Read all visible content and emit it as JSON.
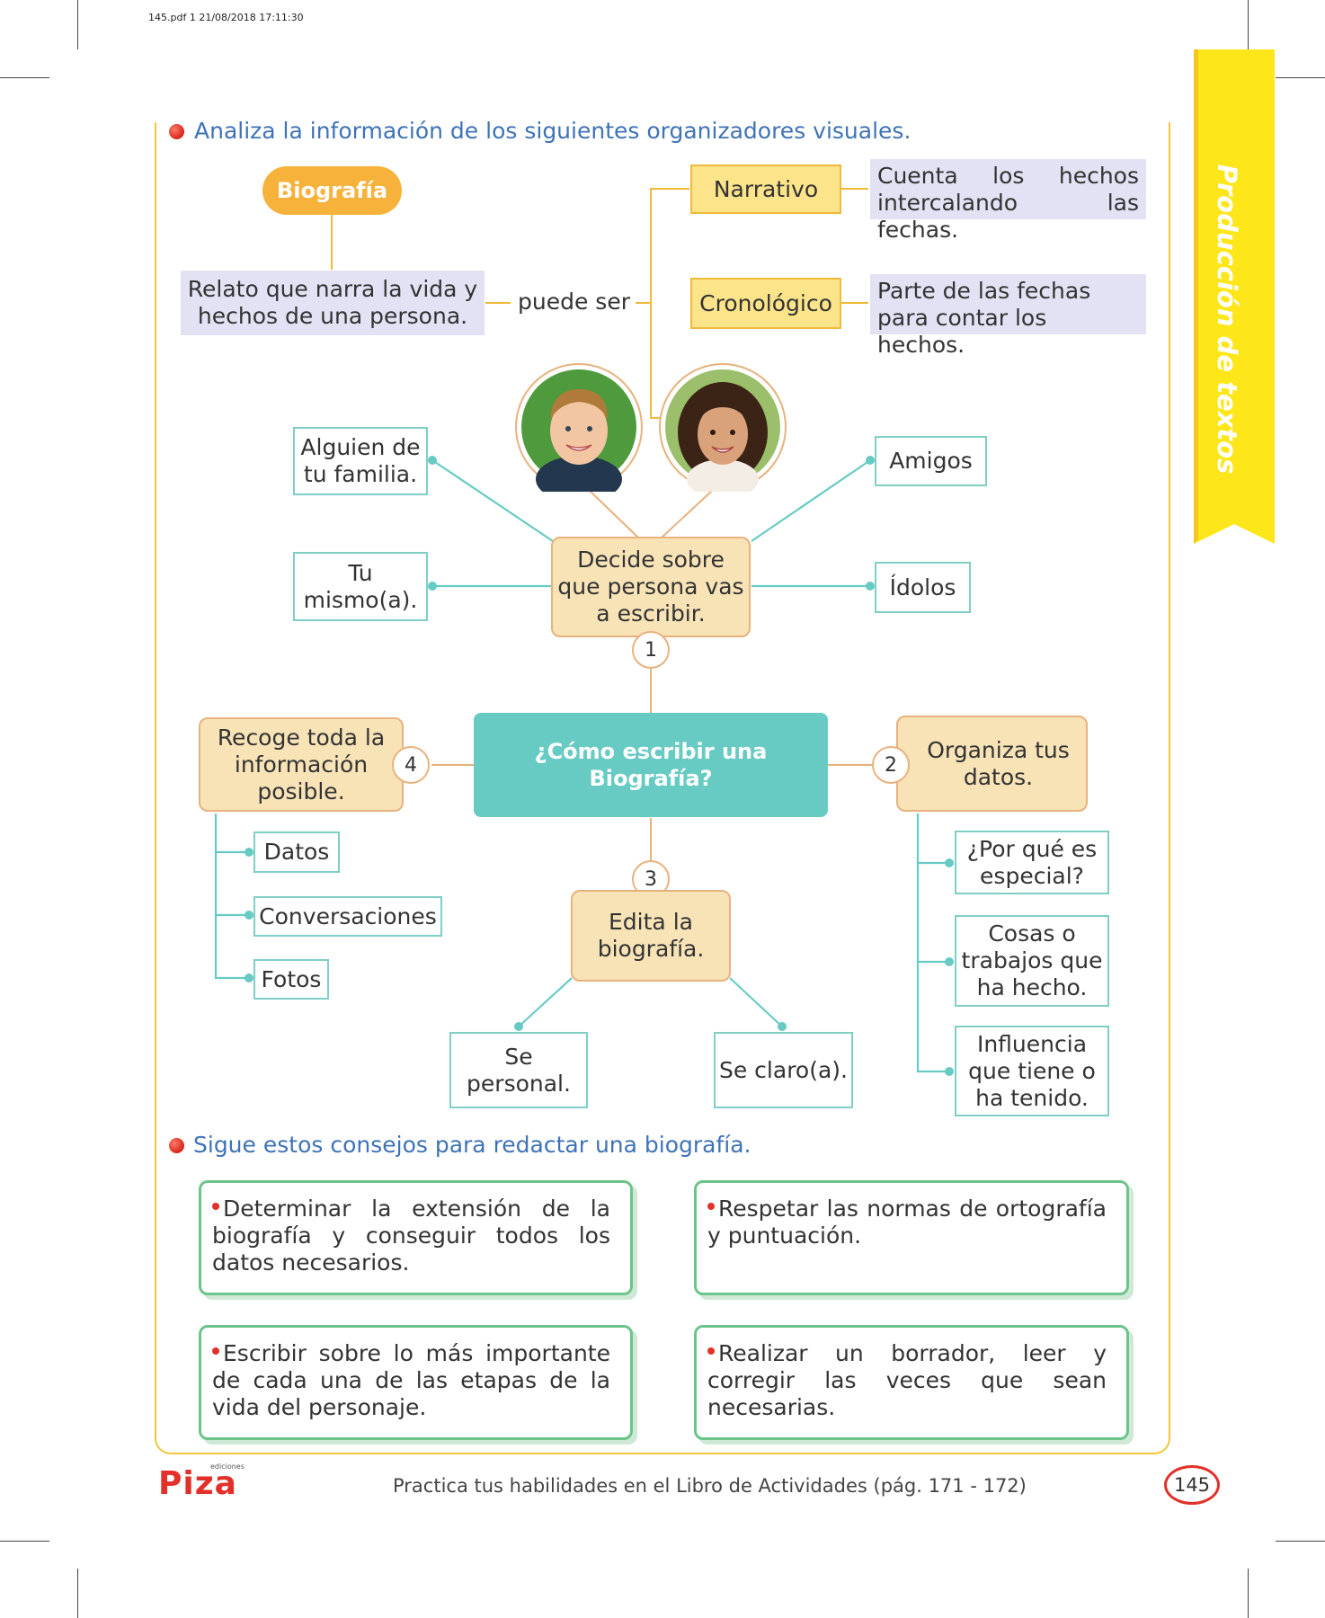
{
  "print_header": "145.pdf   1   21/08/2018   17:11:30",
  "section_title": "Producción de textos",
  "instruction_1": "Analiza la información de los siguientes organizadores visuales.",
  "concept_map": {
    "root": "Biografía",
    "definition": "Relato que narra la vida y hechos de una persona.",
    "connector": "puede ser",
    "types": [
      {
        "label": "Narrativo",
        "description": "Cuenta los hechos intercalando las fechas."
      },
      {
        "label": "Cronológico",
        "description": "Parte de las fechas para contar los hechos."
      }
    ]
  },
  "mind_map": {
    "center": "¿Cómo escribir una Biografía?",
    "step1": {
      "number": "1",
      "label": "Decide sobre que persona vas a escribir.",
      "options": [
        "Alguien de tu familia.",
        "Tu mismo(a).",
        "Amigos",
        "Ídolos"
      ]
    },
    "step2": {
      "number": "2",
      "label": "Organiza tus datos.",
      "items": [
        "¿Por qué es especial?",
        "Cosas o trabajos que ha hecho.",
        "Influencia que tiene o ha tenido."
      ]
    },
    "step3": {
      "number": "3",
      "label": "Edita la biografía.",
      "items": [
        "Se personal.",
        "Se claro(a)."
      ]
    },
    "step4": {
      "number": "4",
      "label": "Recoge toda la información posible.",
      "items": [
        "Datos",
        "Conversaciones",
        "Fotos"
      ]
    }
  },
  "instruction_2": "Sigue estos consejos para redactar una biografía.",
  "tips": [
    "Determinar la extensión de la biografía y conseguir todos los datos necesarios.",
    "Respetar las normas de ortografía y puntuación.",
    "Escribir sobre lo más importante de cada una de las etapas de la vida del personaje.",
    "Realizar un borrador, leer y corregir las veces que sean necesarias."
  ],
  "footer": {
    "brand_small": "ediciones",
    "brand": "Piza",
    "practice": "Practica tus habilidades en el Libro de Actividades (pág. 171 - 172)",
    "page_number": "145"
  },
  "colors": {
    "accent_blue": "#3f73b7",
    "ribbon_yellow": "#fde619",
    "teal": "#67cbc4",
    "orange": "#f7b23c",
    "green": "#6bc58a"
  }
}
